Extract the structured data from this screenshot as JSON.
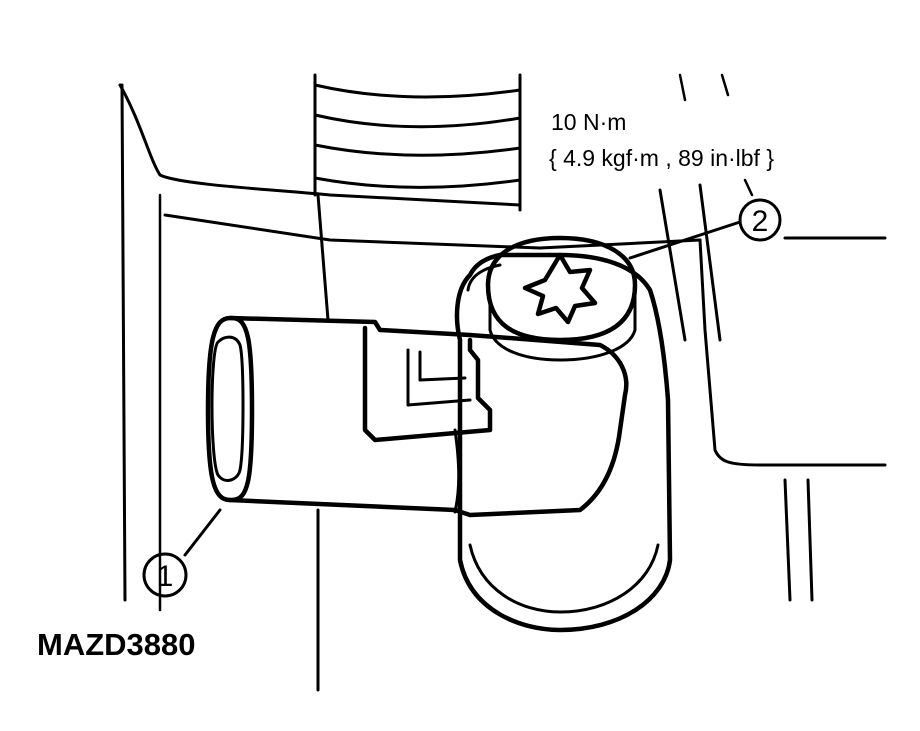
{
  "torque_spec": {
    "value_si": "10 N·m",
    "value_alt": "{ 4.9 kgf·m , 89 in·lbf }"
  },
  "callouts": [
    {
      "number": "1"
    },
    {
      "number": "2"
    }
  ],
  "figure_code": "MAZD3880"
}
